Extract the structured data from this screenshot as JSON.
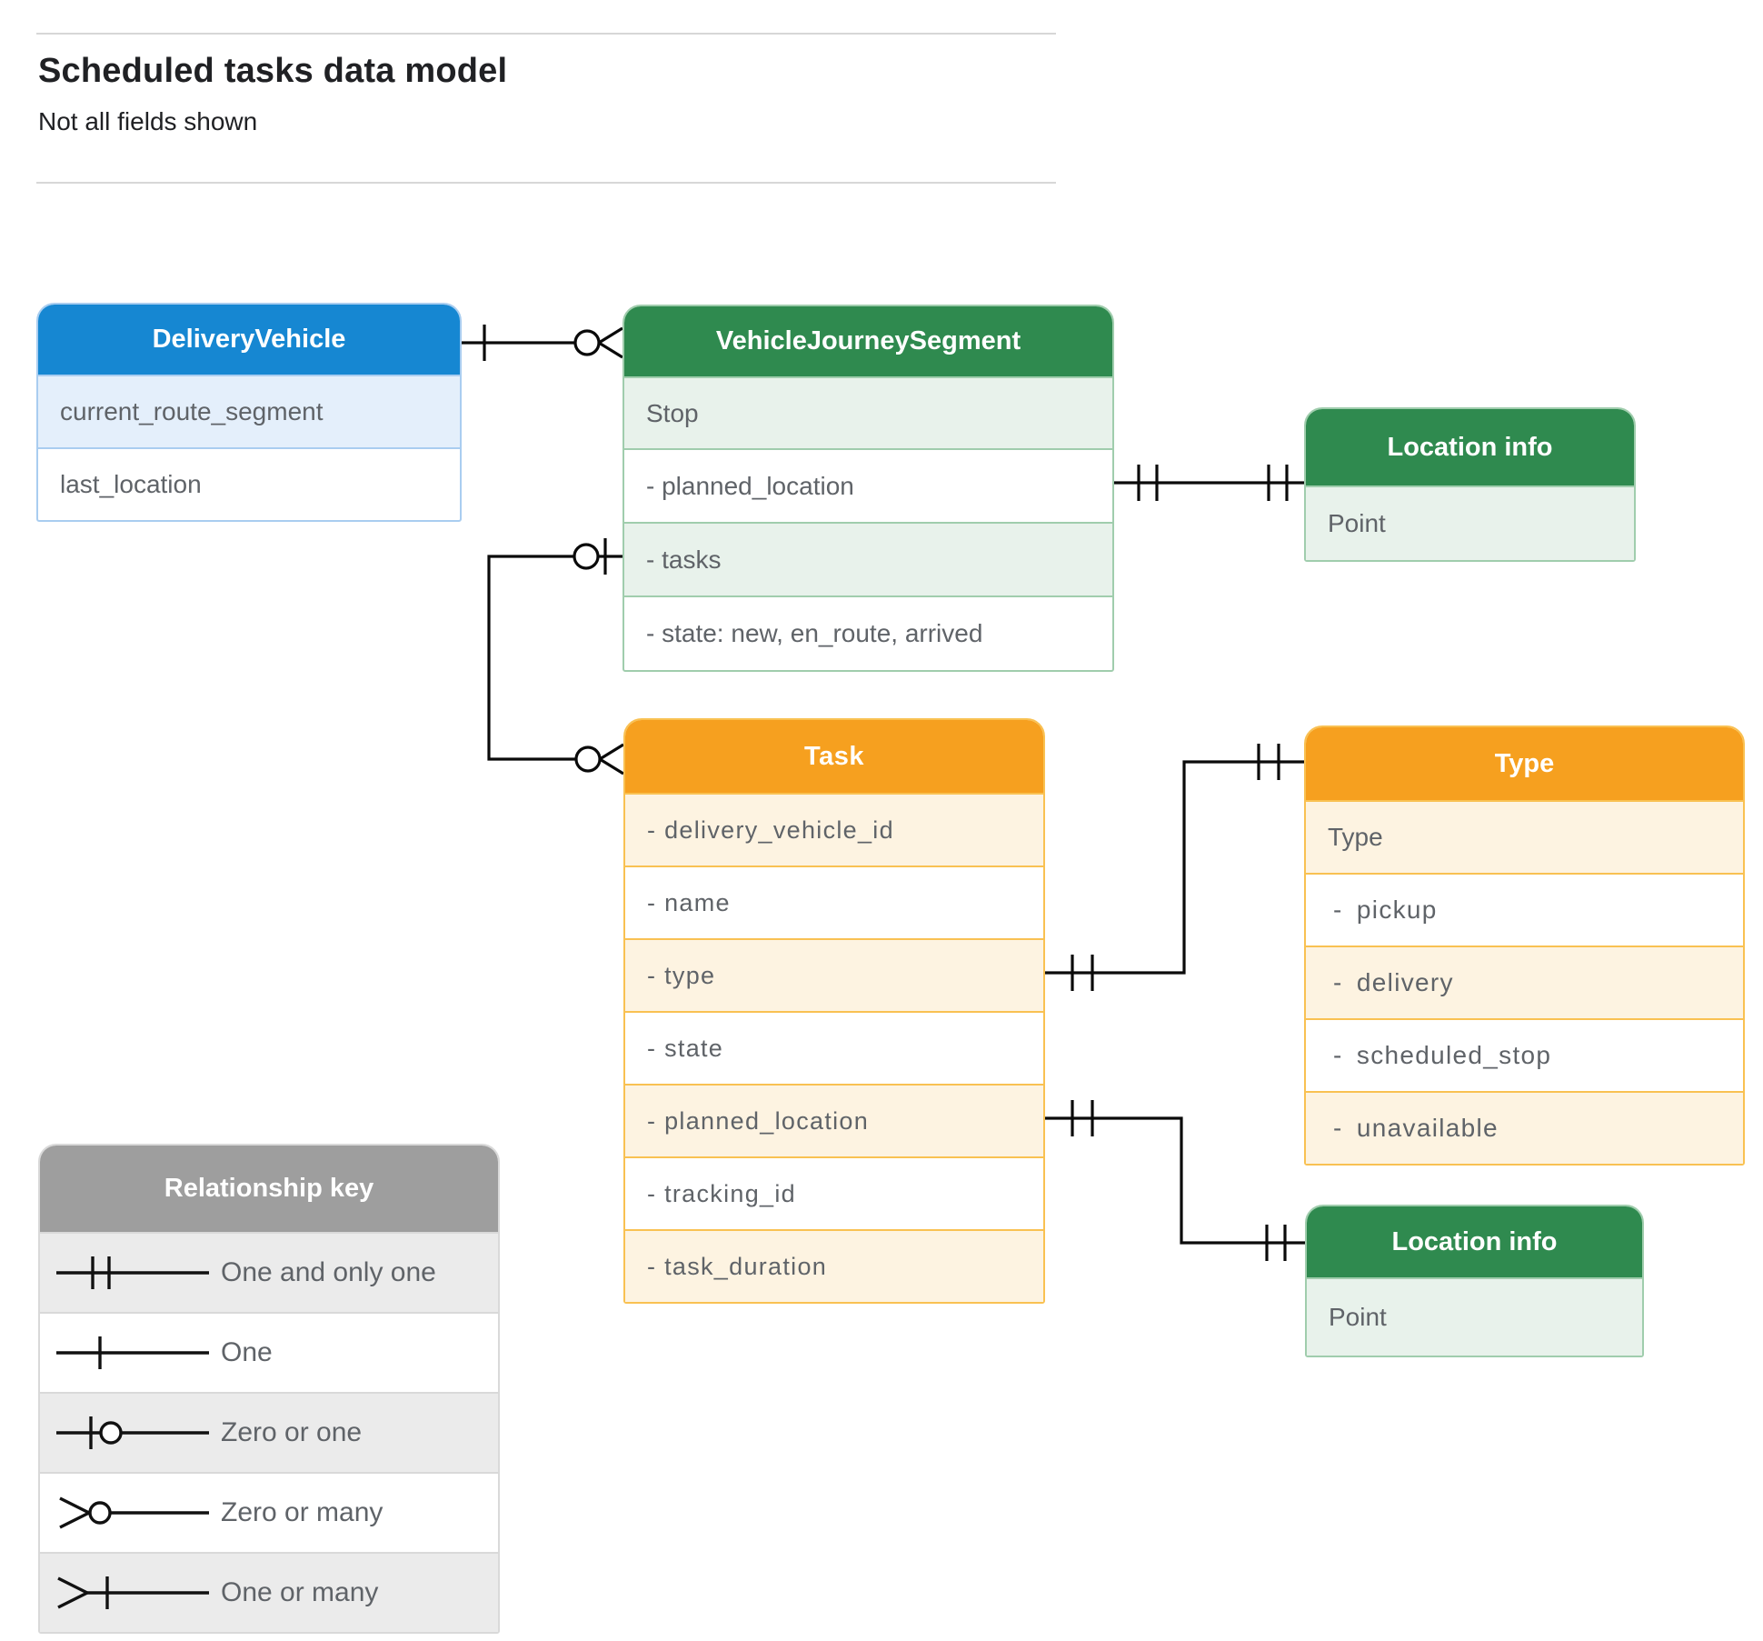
{
  "page": {
    "title": "Scheduled tasks data model",
    "subtitle": "Not all fields shown"
  },
  "colors": {
    "blue_header": "#1687d2",
    "blue_light": "#e4effb",
    "green_header": "#2f8a4f",
    "green_light": "#e8f2eb",
    "orange_header": "#f6a01f",
    "orange_light": "#fdf3e1",
    "gray_header": "#9e9e9e",
    "gray_light": "#ebebeb",
    "field_text": "#5f6368",
    "connector": "#0a0a0a"
  },
  "entities": {
    "delivery_vehicle": {
      "title": "DeliveryVehicle",
      "fields": [
        "current_route_segment",
        "last_location"
      ]
    },
    "vehicle_journey_segment": {
      "title": "VehicleJourneySegment",
      "fields": [
        "Stop",
        "- planned_location",
        "- tasks",
        "- state: new, en_route, arrived"
      ]
    },
    "location_info_top": {
      "title": "Location info",
      "fields": [
        "Point"
      ]
    },
    "task": {
      "title": "Task",
      "fields": [
        "- delivery_vehicle_id",
        "- name",
        "- type",
        "- state",
        "- planned_location",
        "- tracking_id",
        "- task_duration"
      ]
    },
    "type": {
      "title": "Type",
      "fields": [
        "Type",
        "- pickup",
        "- delivery",
        "- scheduled_stop",
        "- unavailable"
      ]
    },
    "location_info_bottom": {
      "title": "Location info",
      "fields": [
        "Point"
      ]
    }
  },
  "relationships": [
    {
      "from": "DeliveryVehicle",
      "to": "VehicleJourneySegment",
      "from_cardinality": "one",
      "to_cardinality": "zero or many"
    },
    {
      "from": "VehicleJourneySegment.planned_location",
      "to": "Location info",
      "from_cardinality": "one and only one",
      "to_cardinality": "one and only one"
    },
    {
      "from": "VehicleJourneySegment.tasks",
      "to": "Task",
      "from_cardinality": "zero or one",
      "to_cardinality": "zero or many"
    },
    {
      "from": "Task.type",
      "to": "Type",
      "from_cardinality": "one and only one",
      "to_cardinality": "one and only one"
    },
    {
      "from": "Task.planned_location",
      "to": "Location info",
      "from_cardinality": "one and only one",
      "to_cardinality": "one and only one"
    }
  ],
  "legend": {
    "title": "Relationship key",
    "items": [
      {
        "icon": "one-and-only-one-icon",
        "label": "One and only one"
      },
      {
        "icon": "one-icon",
        "label": "One"
      },
      {
        "icon": "zero-or-one-icon",
        "label": "Zero or one"
      },
      {
        "icon": "zero-or-many-icon",
        "label": "Zero or many"
      },
      {
        "icon": "one-or-many-icon",
        "label": "One or many"
      }
    ]
  }
}
